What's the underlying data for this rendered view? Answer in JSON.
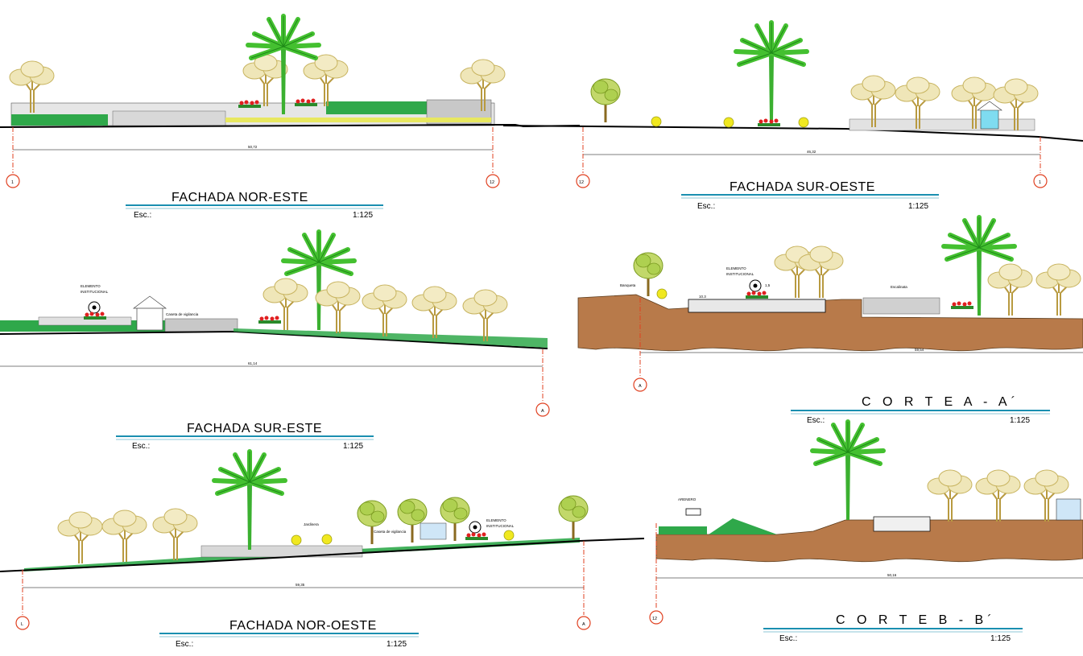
{
  "drawings": [
    {
      "id": "fachada-nor-este",
      "title": "FACHADA NOR-ESTE",
      "scale_label": "Esc.:",
      "scale": "1:125",
      "dimension": "50,72",
      "axis_start": "1",
      "axis_end": "12"
    },
    {
      "id": "fachada-sur-oeste",
      "title": "FACHADA SUR-OESTE",
      "scale_label": "Esc.:",
      "scale": "1:125",
      "dimension": "46,32",
      "axis_start": "12",
      "axis_end": "1"
    },
    {
      "id": "fachada-sur-este",
      "title": "FACHADA SUR-ESTE",
      "scale_label": "Esc.:",
      "scale": "1:125",
      "dimension": "61,14",
      "axis_end": "A",
      "labels": [
        "ELEMENTO",
        "INSTITUCIONAL",
        "Caseta de vigilancia"
      ]
    },
    {
      "id": "corte-a",
      "title": "C O R T E  A - A´",
      "scale_label": "Esc.:",
      "scale": "1:125",
      "dimension": "59,54",
      "axis_start": "A",
      "labels": [
        "Banqueta",
        "ELEMENTO",
        "INSTITUCIONAL",
        "Escalinata",
        "10.3",
        "1,5"
      ]
    },
    {
      "id": "fachada-nor-oeste",
      "title": "FACHADA NOR-OESTE",
      "scale_label": "Esc.:",
      "scale": "1:125",
      "dimension": "59,35",
      "axis_start": "L",
      "axis_end": "A",
      "labels": [
        "Jardinera",
        "Caseta de vigilancia",
        "ELEMENTO",
        "INSTITUCIONAL"
      ]
    },
    {
      "id": "corte-b",
      "title": "C O R T E  B - B´",
      "scale_label": "Esc.:",
      "scale": "1:125",
      "dimension": "50,16",
      "axis_start": "12",
      "labels": [
        "ARENERO"
      ]
    }
  ],
  "colors": {
    "tree_canopy": "#d8c98a",
    "tree_trunk": "#b89a40",
    "palm": "#4cc83a",
    "grass": "#2fa84a",
    "soil": "#b87a4a",
    "wall": "#9a9a9a",
    "axis_bubble": "#e04020",
    "title_rule": "#1a8fb0",
    "flower": "#e02020",
    "shrub": "#e8e020"
  }
}
